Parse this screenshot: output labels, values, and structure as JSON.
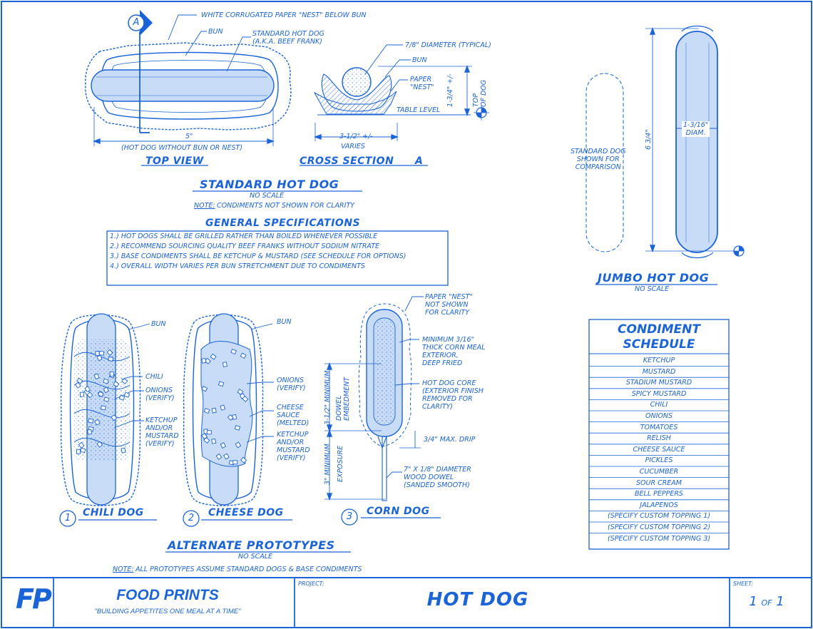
{
  "top": {
    "section_marker": "A",
    "nest_note": "WHITE CORRUGATED PAPER \"NEST\" BELOW BUN",
    "bun": "BUN",
    "frank": "STANDARD HOT DOG\n(A.K.A. BEEF FRANK)",
    "width_dim": "5\"",
    "width_note": "(HOT DOG WITHOUT BUN OR NEST)",
    "view_title": "TOP VIEW"
  },
  "cross": {
    "diameter": "7/8\" DIAMETER (TYPICAL)",
    "bun": "BUN",
    "nest": "PAPER\n\"NEST\"",
    "height_dim": "1-3/4\" +/-",
    "top_of_dog": "TOP\nOF DOG",
    "table_level": "TABLE LEVEL",
    "width_dim": "3-1/2\" +/-",
    "varies": "VARIES",
    "title": "CROSS SECTION",
    "marker": "A"
  },
  "standard": {
    "title": "STANDARD HOT DOG",
    "scale": "NO SCALE",
    "note_label": "NOTE:",
    "note_text": "CONDIMENTS NOT SHOWN FOR CLARITY"
  },
  "specs": {
    "title": "GENERAL SPECIFICATIONS",
    "items": [
      "1.)  HOT DOGS SHALL BE GRILLED RATHER THAN BOILED WHENEVER POSSIBLE",
      "2.)  RECOMMEND SOURCING QUALITY BEEF FRANKS WITHOUT SODIUM NITRATE",
      "3.)  BASE CONDIMENTS SHALL BE KETCHUP & MUSTARD (SEE SCHEDULE FOR OPTIONS)",
      "4.)  OVERALL WIDTH VARIES PER BUN STRETCHMENT DUE TO CONDIMENTS"
    ]
  },
  "jumbo": {
    "comparison": "STANDARD DOG\nSHOWN FOR\nCOMPARISON",
    "length": "6 3/4\"",
    "diam": "1-3/16\"\nDIAM.",
    "title": "JUMBO HOT DOG",
    "scale": "NO SCALE"
  },
  "chili": {
    "bun": "BUN",
    "chili": "CHILI",
    "onions": "ONIONS\n(VERIFY)",
    "ketchup": "KETCHUP\nAND/OR\nMUSTARD\n(VERIFY)",
    "number": "1",
    "title": "CHILI DOG"
  },
  "cheese": {
    "bun": "BUN",
    "onions": "ONIONS\n(VERIFY)",
    "sauce": "CHEESE\nSAUCE\n(MELTED)",
    "ketchup": "KETCHUP\nAND/OR\nMUSTARD\n(VERIFY)",
    "number": "2",
    "title": "CHEESE DOG"
  },
  "corn": {
    "nest": "PAPER \"NEST\"\nNOT SHOWN\nFOR CLARITY",
    "meal": "MINIMUM 3/16\"\nTHICK CORN MEAL\nEXTERIOR,\nDEEP FRIED",
    "core": "HOT DOG CORE\n(EXTERIOR FINISH\nREMOVED FOR\nCLARITY)",
    "drip": "3/4\" MAX. DRIP",
    "dowel": "7\" X 1/8\" DIAMETER\nWOOD DOWEL\n(SANDED SMOOTH)",
    "embed": "3-1/2\" MINIMUM",
    "embed2": "DOWEL\nEMBEDMENT",
    "expose": "3\" MINIMUM",
    "expose2": "EXPOSURE",
    "number": "3",
    "title": "CORN DOG"
  },
  "alternate": {
    "title": "ALTERNATE PROTOTYPES",
    "scale": "NO SCALE",
    "note_label": "NOTE:",
    "note_text": "ALL PROTOTYPES ASSUME STANDARD DOGS & BASE CONDIMENTS"
  },
  "schedule": {
    "title": "CONDIMENT\nSCHEDULE",
    "items": [
      "KETCHUP",
      "MUSTARD",
      "STADIUM MUSTARD",
      "SPICY MUSTARD",
      "CHILI",
      "ONIONS",
      "TOMATOES",
      "RELISH",
      "CHEESE SAUCE",
      "PICKLES",
      "CUCUMBER",
      "SOUR CREAM",
      "BELL PEPPERS",
      "JALAPENOS",
      "(SPECIFY CUSTOM TOPPING 1)",
      "(SPECIFY CUSTOM TOPPING 2)",
      "(SPECIFY CUSTOM TOPPING 3)"
    ]
  },
  "titleblock": {
    "logo": "FP",
    "company": "FOOD PRINTS",
    "tagline": "\"BUILDING  APPETITES ONE MEAL AT A TIME\"",
    "project_label": "PROJECT:",
    "project_name": "HOT DOG",
    "sheet_label": "SHEET:",
    "sheet_num": "1",
    "sheet_of": "OF",
    "sheet_total": "1"
  },
  "colors": {
    "line": "#1a64d8",
    "fill": "#c9dcf7",
    "paper": "#ffffff"
  }
}
